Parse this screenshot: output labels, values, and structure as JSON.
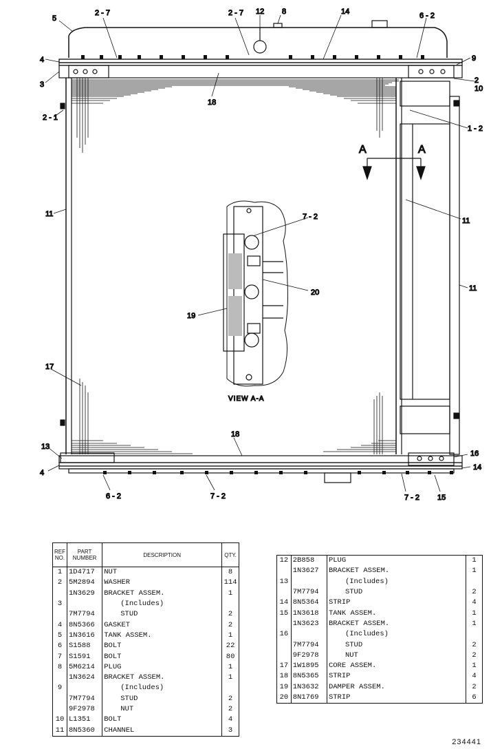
{
  "drawing_number": "234441",
  "view_label": "VIEW A-A",
  "section_letter": "A",
  "callouts": {
    "c2_7a": "2 - 7",
    "c2_7b": "2 - 7",
    "c12": "12",
    "c8": "8",
    "c14_top": "14",
    "c6_2_top": "6 - 2",
    "c5": "5",
    "c4_top": "4",
    "c3": "3",
    "c9": "9",
    "c2": "2",
    "c10": "10",
    "c18_top": "18",
    "c2_1": "2 - 1",
    "c1_2": "1 - 2",
    "c11_left": "11",
    "c11_mid": "11",
    "c11_right": "11",
    "c7_2_view": "7 - 2",
    "c20": "20",
    "c19": "19",
    "c17": "17",
    "c13": "13",
    "c4_bot": "4",
    "c18_bot": "18",
    "c16": "16",
    "c14_bot": "14",
    "c6_2_bot": "6 - 2",
    "c7_2_bot": "7 - 2",
    "c7_2_bot_r": "7 - 2",
    "c15": "15"
  },
  "table_headers": {
    "ref_no": [
      "REF",
      "NO."
    ],
    "part_number": [
      "PART",
      "NUMBER"
    ],
    "description": "DESCRIPTION",
    "qty": "QTY."
  },
  "parts_left": [
    {
      "ref": "1",
      "part": "1D4717",
      "desc": "NUT",
      "qty": "8"
    },
    {
      "ref": "2",
      "part": "5M2894",
      "desc": "WASHER",
      "qty": "114"
    },
    {
      "ref": "",
      "part": "1N3629",
      "desc": "BRACKET ASSEM.",
      "qty": "1"
    },
    {
      "ref": "3",
      "part": "",
      "desc": "(Includes)",
      "qty": ""
    },
    {
      "ref": "",
      "part": "7M7794",
      "desc": "STUD",
      "qty": "2"
    },
    {
      "ref": "4",
      "part": "8N5366",
      "desc": "GASKET",
      "qty": "2"
    },
    {
      "ref": "5",
      "part": "1N3616",
      "desc": "TANK ASSEM.",
      "qty": "1"
    },
    {
      "ref": "6",
      "part": "S1588",
      "desc": "BOLT",
      "qty": "22"
    },
    {
      "ref": "7",
      "part": "S1591",
      "desc": "BOLT",
      "qty": "80"
    },
    {
      "ref": "8",
      "part": "5M6214",
      "desc": "PLUG",
      "qty": "1"
    },
    {
      "ref": "",
      "part": "1N3624",
      "desc": "BRACKET ASSEM.",
      "qty": "1"
    },
    {
      "ref": "9",
      "part": "",
      "desc": "(Includes)",
      "qty": ""
    },
    {
      "ref": "",
      "part": "7M7794",
      "desc": "STUD",
      "qty": "2"
    },
    {
      "ref": "",
      "part": "9F2978",
      "desc": "NUT",
      "qty": "2"
    },
    {
      "ref": "10",
      "part": "L1351",
      "desc": "BOLT",
      "qty": "4"
    },
    {
      "ref": "11",
      "part": "8N5360",
      "desc": "CHANNEL",
      "qty": "3"
    }
  ],
  "parts_right": [
    {
      "ref": "12",
      "part": "2B858",
      "desc": "PLUG",
      "qty": "1"
    },
    {
      "ref": "",
      "part": "1N3627",
      "desc": "BRACKET ASSEM.",
      "qty": "1"
    },
    {
      "ref": "13",
      "part": "",
      "desc": "(Includes)",
      "qty": ""
    },
    {
      "ref": "",
      "part": "7M7794",
      "desc": "STUD",
      "qty": "2"
    },
    {
      "ref": "14",
      "part": "8N5364",
      "desc": "STRIP",
      "qty": "4"
    },
    {
      "ref": "15",
      "part": "1N3618",
      "desc": "TANK ASSEM.",
      "qty": "1"
    },
    {
      "ref": "",
      "part": "1N3623",
      "desc": "BRACKET ASSEM.",
      "qty": "1"
    },
    {
      "ref": "16",
      "part": "",
      "desc": "(Includes)",
      "qty": ""
    },
    {
      "ref": "",
      "part": "7M7794",
      "desc": "STUD",
      "qty": "2"
    },
    {
      "ref": "",
      "part": "9F2978",
      "desc": "NUT",
      "qty": "2"
    },
    {
      "ref": "17",
      "part": "1W1895",
      "desc": "CORE ASSEM.",
      "qty": "1"
    },
    {
      "ref": "18",
      "part": "8N5365",
      "desc": "STRIP",
      "qty": "4"
    },
    {
      "ref": "19",
      "part": "1N3632",
      "desc": "DAMPER ASSEM.",
      "qty": "2"
    },
    {
      "ref": "20",
      "part": "8N1769",
      "desc": "STRIP",
      "qty": "6"
    }
  ]
}
